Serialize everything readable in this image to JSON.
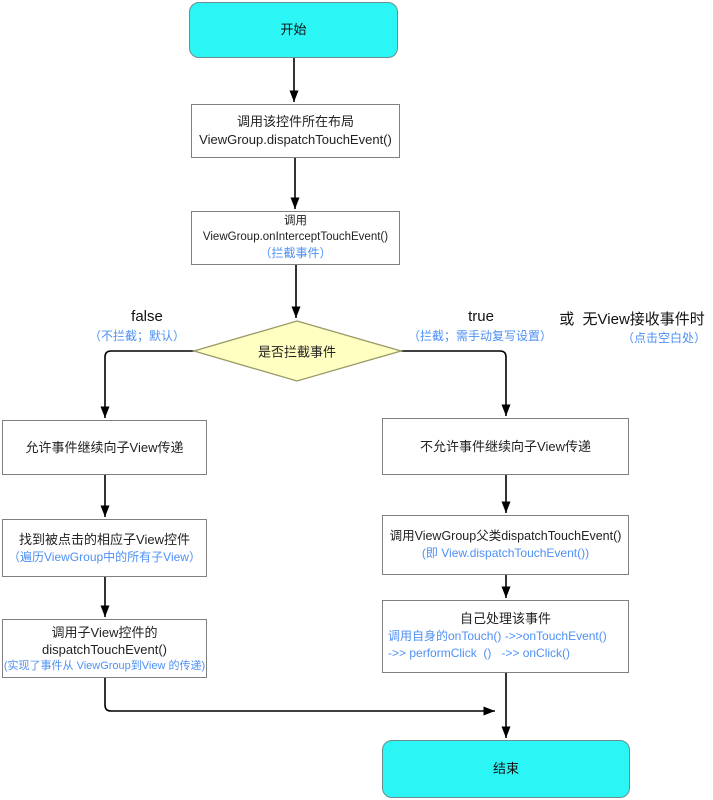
{
  "nodes": {
    "start": {
      "label": "开始"
    },
    "call_layout": {
      "line1": "调用该控件所在布局",
      "line2": "ViewGroup.dispatchTouchEvent()"
    },
    "intercept": {
      "line1": "调用ViewGroup.onInterceptTouchEvent()",
      "note": "（拦截事件）"
    },
    "decision": {
      "label": "是否拦截事件"
    },
    "allow": {
      "line1": "允许事件继续向子View传递"
    },
    "find_child": {
      "line1": "找到被点击的相应子View控件",
      "note": "（遍历ViewGroup中的所有子View）"
    },
    "call_child": {
      "line1": "调用子View控件的",
      "line2": "dispatchTouchEvent()",
      "note": "(实现了事件从 ViewGroup到View 的传递)"
    },
    "disallow": {
      "line1": "不允许事件继续向子View传递"
    },
    "call_super": {
      "line1": "调用ViewGroup父类dispatchTouchEvent()",
      "note": "(即 View.dispatchTouchEvent())"
    },
    "handle_self": {
      "line1": "自己处理该事件",
      "note1": "调用自身的onTouch() ->>onTouchEvent()",
      "note2": "->> performClick  ()   ->> onClick()"
    },
    "end": {
      "label": "结束"
    }
  },
  "edge_labels": {
    "false_label": "false",
    "false_note": "（不拦截；默认）",
    "true_label": "true",
    "true_note": "（拦截；需手动复写设置）",
    "or_label": "或  无View接收事件时",
    "or_note": "（点击空白处）"
  },
  "colors": {
    "terminal_fill": "#2BF5F5",
    "decision_fill": "#FFFFC2",
    "decision_border": "#999966",
    "box_border": "#808080",
    "note_blue": "#4E90F5",
    "line_color": "#000000"
  }
}
